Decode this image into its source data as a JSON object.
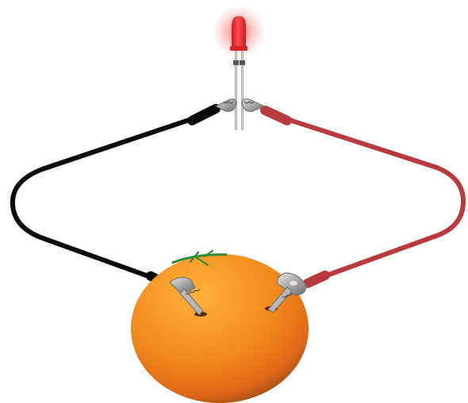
{
  "diagram": {
    "components": [
      {
        "name": "led",
        "icon": "led-icon"
      },
      {
        "name": "black-lead",
        "icon": "black-wire-icon"
      },
      {
        "name": "red-lead",
        "icon": "red-wire-icon"
      },
      {
        "name": "orange",
        "icon": "orange-fruit-icon"
      },
      {
        "name": "left-electrode",
        "icon": "alligator-clip-icon"
      },
      {
        "name": "right-electrode",
        "icon": "alligator-clip-icon"
      }
    ],
    "colors": {
      "led_body": "#e8282c",
      "led_glow": "#ff6b6b",
      "black_wire": "#0a0a0a",
      "red_wire": "#b8393e",
      "orange_light": "#ffad3a",
      "orange_dark": "#e46a12",
      "stem": "#2e8b3a",
      "metal": "#9a9a9a"
    }
  }
}
